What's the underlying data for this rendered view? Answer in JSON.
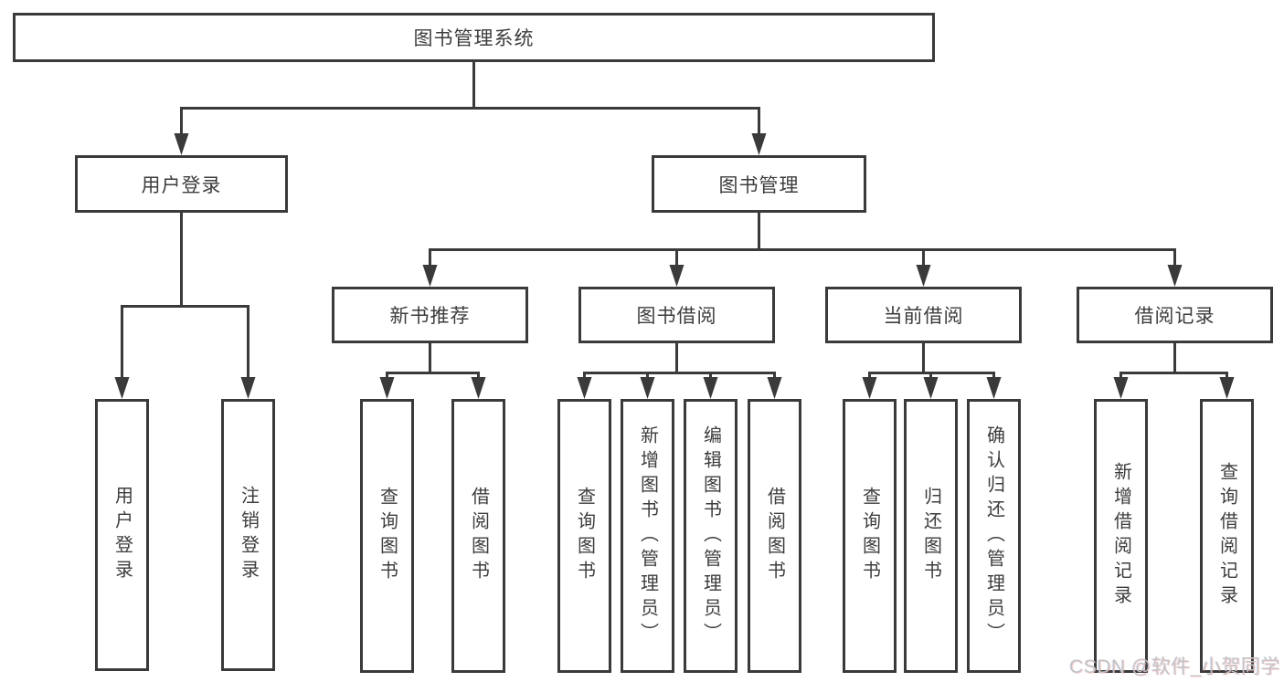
{
  "diagram": {
    "root": "图书管理系统",
    "level2": [
      "用户登录",
      "图书管理"
    ],
    "level3": [
      "新书推荐",
      "图书借阅",
      "当前借阅",
      "借阅记录"
    ],
    "leaves": {
      "user_login": [
        "用户登录",
        "注销登录"
      ],
      "new_book": [
        "查询图书",
        "借阅图书"
      ],
      "book_borrow": [
        "查询图书",
        "新增图书（管理员）",
        "编辑图书（管理员）",
        "借阅图书"
      ],
      "current_borrow": [
        "查询图书",
        "归还图书",
        "确认归还（管理员）"
      ],
      "borrow_records": [
        "新增借阅记录",
        "查询借阅记录"
      ]
    }
  },
  "watermark": "CSDN @软件_小贺同学",
  "colors": {
    "line": "#3a3a3a",
    "border": "#3a3a3a",
    "text": "#3d3d3d",
    "background": "#ffffff",
    "watermark": "#c3c3c3"
  }
}
